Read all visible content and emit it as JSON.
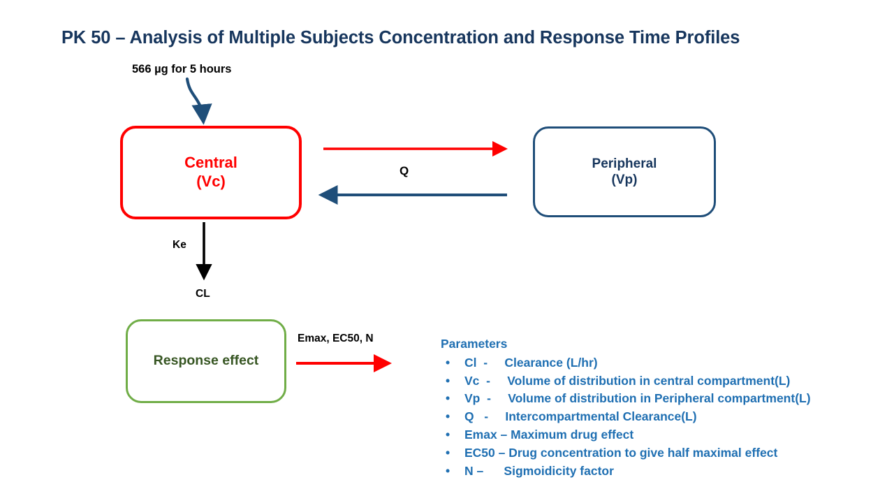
{
  "slide": {
    "title": "PK 50 – Analysis of Multiple Subjects Concentration and Response Time Profiles",
    "background_color": "#FFFFFF"
  },
  "colors": {
    "title_navy": "#17365D",
    "central_red": "#FF0000",
    "peripheral_navy": "#1F4E79",
    "response_green": "#70AD47",
    "response_text_green": "#375623",
    "parameters_blue": "#1F6FB2",
    "black": "#000000"
  },
  "dose": {
    "label": "566 µg for 5 hours"
  },
  "compartments": {
    "central": {
      "name": "Central",
      "symbol": "(Vc)"
    },
    "peripheral": {
      "name": "Peripheral",
      "symbol": "(Vp)"
    },
    "response": {
      "name": "Response effect"
    }
  },
  "edge_labels": {
    "q": "Q",
    "ke": "Ke",
    "cl": "CL",
    "emax_ec50_n": "Emax, EC50, N"
  },
  "parameters": {
    "heading": "Parameters",
    "bullet_glyph": "•",
    "items": [
      "Cl  -     Clearance (L/hr)",
      "Vc  -     Volume of distribution in central compartment(L)",
      "Vp  -     Volume of distribution in Peripheral compartment(L)",
      "Q   -     Intercompartmental Clearance(L)",
      "Emax – Maximum drug effect",
      "EC50 – Drug concentration to give half maximal effect",
      "N –      Sigmoidicity factor"
    ]
  }
}
